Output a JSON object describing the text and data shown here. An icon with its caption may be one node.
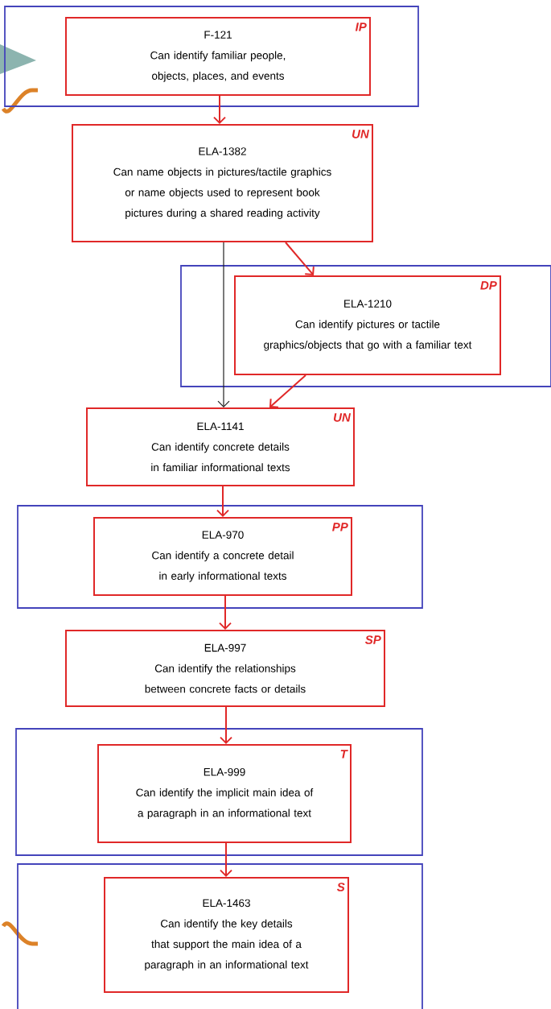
{
  "diagram": {
    "nodes": [
      {
        "text": [],
        "shape": "box"
      },
      {
        "text": [
          "F-121",
          "Can identify familiar people, objects, places, and events",
          "IP"
        ],
        "in": 0
      },
      {
        "text": [
          "ELA-1382",
          "Can name objects in pictures/tactile graphics or name objects used to represent book pictures during a shared reading activity",
          "UN"
        ]
      },
      {
        "text": [],
        "shape": "box"
      },
      {
        "text": [
          "ELA-1210",
          "Can identify pictures or tactile graphics/objects that go with a familiar text",
          "DP"
        ],
        "in": 3
      },
      {
        "text": [
          "ELA-1141",
          "Can identify concrete details in familiar informational texts",
          "UN"
        ]
      },
      {
        "text": [],
        "shape": "box"
      },
      {
        "text": [
          "ELA-970",
          "Can identify a concrete detail in early informational texts",
          "PP"
        ],
        "in": 6
      },
      {
        "text": [
          "ELA-997",
          "Can identify the relationships between concrete facts or details",
          "SP"
        ]
      },
      {
        "text": [],
        "shape": "box"
      },
      {
        "text": [
          "ELA-999",
          "Can identify the implicit main idea of a paragraph in an informational text",
          "T"
        ],
        "in": 9
      },
      {
        "text": [],
        "shape": "box"
      },
      {
        "text": [
          "ELA-1463",
          "Can identify the key details that support the main idea of a paragraph in an informational text",
          "S"
        ],
        "in": 11
      }
    ],
    "edges": [
      {
        "from": 1,
        "to": 2,
        "arrow": "to"
      },
      {
        "from": 2,
        "to": 5,
        "arrow": "to",
        "color": "#202020"
      },
      {
        "from": 2,
        "to": 4,
        "arrow": "to"
      },
      {
        "from": 4,
        "to": 5,
        "arrow": "to"
      },
      {
        "from": 5,
        "to": 7,
        "arrow": "to"
      },
      {
        "from": 7,
        "to": 8,
        "arrow": "to"
      },
      {
        "from": 8,
        "to": 10,
        "arrow": "to"
      },
      {
        "from": 10,
        "to": 12,
        "arrow": "to"
      }
    ]
  }
}
